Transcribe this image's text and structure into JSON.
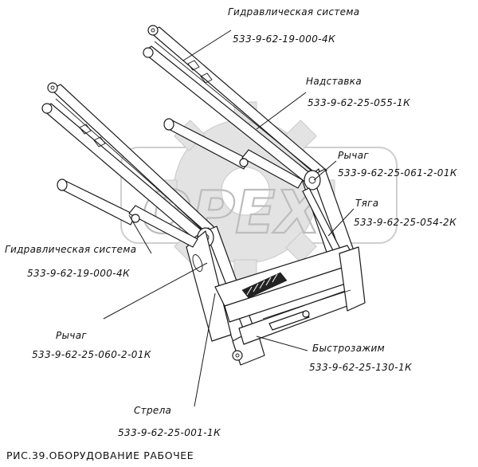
{
  "labels": {
    "hydraulic_top": "Гидравлическая система",
    "hydraulic_top_pn": "533-9-62-19-000-4К",
    "extension": "Надставка",
    "extension_pn": "533-9-62-25-055-1К",
    "lever_right": "Рычаг",
    "lever_right_pn": "533-9-62-25-061-2-01К",
    "rod": "Тяга",
    "rod_pn": "533-9-62-25-054-2К",
    "hydraulic_left": "Гидравлическая система",
    "hydraulic_left_pn": "533-9-62-19-000-4К",
    "lever_left": "Рычаг",
    "lever_left_pn": "533-9-62-25-060-2-01К",
    "quick_clamp": "Быстрозажим",
    "quick_clamp_pn": "533-9-62-25-130-1К",
    "boom": "Стрела",
    "boom_pn": "533-9-62-25-001-1К"
  },
  "caption": "РИС.39.ОБОРУДОВАНИЕ РАБОЧЕЕ",
  "watermark": "OPEX",
  "icons": {
    "watermark_gear": "gear-icon"
  }
}
